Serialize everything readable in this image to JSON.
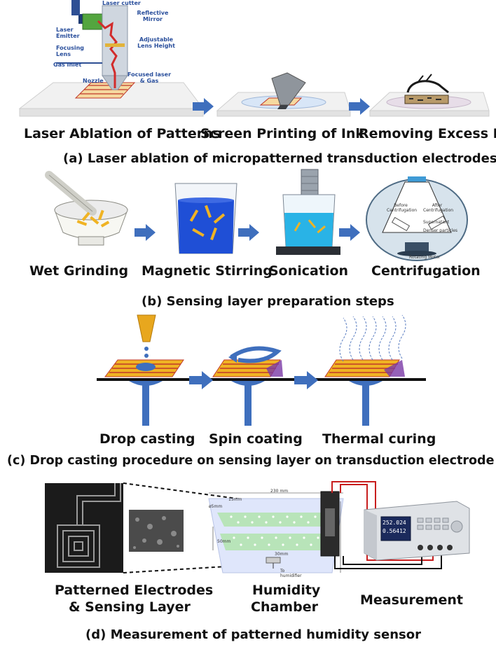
{
  "panel_a": {
    "callouts": {
      "laser_cutter": "Laser cutter",
      "reflective_mirror": "Reflective Mirror",
      "laser_emitter": "Laser Emitter",
      "focusing_lens": "Focusing Lens",
      "adjustable_lens_height": "Adjustable Lens Height",
      "gas_inlet": "Gas Inlet",
      "nozzle": "Nozzle",
      "focused_laser_gas": "Focused laser & Gas"
    },
    "steps": [
      "Laser Ablation of Patterns",
      "Screen Printing of Ink",
      "Removing Excess Ink"
    ],
    "caption": "(a) Laser ablation of micropatterned transduction electrodes"
  },
  "panel_b": {
    "steps": [
      "Wet Grinding",
      "Magnetic Stirring",
      "Sonication",
      "Centrifugation"
    ],
    "centrifuge_labels": {
      "before": "Before Centrifugation",
      "after": "After Centrifugation",
      "supernatant": "Supernatant",
      "denser": "Denser particles",
      "motor": "Rotating Motor"
    },
    "caption": "(b) Sensing layer preparation steps"
  },
  "panel_c": {
    "steps": [
      "Drop casting",
      "Spin coating",
      "Thermal curing"
    ],
    "caption": "(c) Drop casting procedure on sensing layer on transduction electrode"
  },
  "panel_d": {
    "chamber_dims": {
      "width": "230 mm",
      "spacing": "15mm",
      "diameter": "ø5mm",
      "height": "50mm",
      "outlet": "30mm",
      "to_humidifier": "To humidifier"
    },
    "meter_readout": [
      "252.024",
      "0.56412"
    ],
    "labels": {
      "electrodes_line1": "Patterned Electrodes",
      "electrodes_line2": "& Sensing Layer",
      "chamber_line1": "Humidity",
      "chamber_line2": "Chamber",
      "measurement": "Measurement"
    },
    "caption": "(d) Measurement of patterned humidity sensor"
  },
  "colors": {
    "arrow": "#3f6fbd",
    "liquid": "#1f4fd6",
    "electrode_red": "#c0392b",
    "electrode_gold": "#e0a526",
    "stage": "#eeeeee"
  }
}
